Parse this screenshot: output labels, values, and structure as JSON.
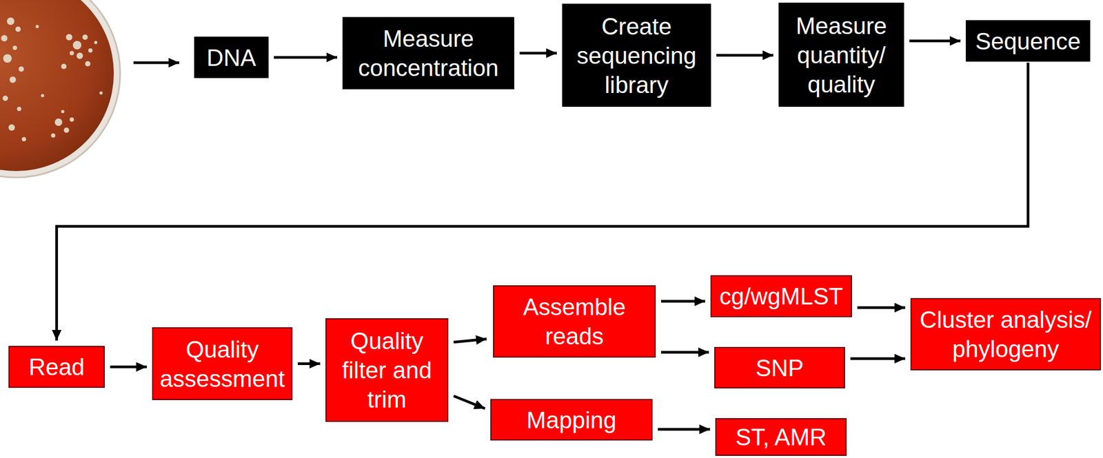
{
  "diagram": {
    "nodes": [
      {
        "text": [
          "DNA"
        ]
      },
      {
        "text": [
          "Measure concentration"
        ]
      },
      {
        "text": [
          "Create sequencing library"
        ]
      },
      {
        "text": [
          "Measure quantity/ quality"
        ]
      },
      {
        "text": [
          "Sequence"
        ]
      },
      {
        "text": [
          "Read"
        ]
      },
      {
        "text": [
          "Quality assessment"
        ]
      },
      {
        "text": [
          "Quality filter and trim"
        ]
      },
      {
        "text": [
          "Assemble reads"
        ]
      },
      {
        "text": [
          "cg/wgMLST"
        ]
      },
      {
        "text": [
          "SNP"
        ]
      },
      {
        "text": [
          "Cluster analysis/ phylogeny"
        ]
      },
      {
        "text": [
          "Mapping"
        ]
      },
      {
        "text": [
          "ST, AMR"
        ]
      }
    ],
    "edges": [
      {
        "from": 0,
        "to": 1,
        "arrow": "to"
      },
      {
        "from": 1,
        "to": 2,
        "arrow": "to"
      },
      {
        "from": 2,
        "to": 3,
        "arrow": "to"
      },
      {
        "from": 3,
        "to": 4,
        "arrow": "to"
      },
      {
        "from": 4,
        "to": 5,
        "arrow": "to"
      },
      {
        "from": 5,
        "to": 6,
        "arrow": "to"
      },
      {
        "from": 6,
        "to": 7,
        "arrow": "to"
      },
      {
        "from": 7,
        "to": 8,
        "arrow": "to"
      },
      {
        "from": 7,
        "to": 12,
        "arrow": "to"
      },
      {
        "from": 8,
        "to": 9,
        "arrow": "to"
      },
      {
        "from": 8,
        "to": 10,
        "arrow": "to"
      },
      {
        "from": 9,
        "to": 11,
        "arrow": "to"
      },
      {
        "from": 10,
        "to": 11,
        "arrow": "to"
      },
      {
        "from": 12,
        "to": 13,
        "arrow": "to"
      }
    ]
  }
}
